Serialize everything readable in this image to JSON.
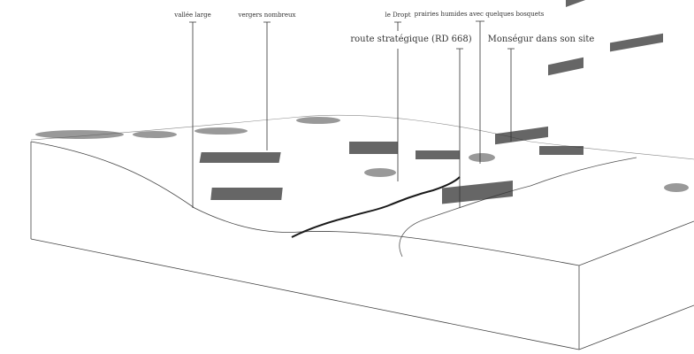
{
  "labels": {
    "vallee": "vallée large",
    "vergers": "vergers nombreux",
    "dropt": "le Dropt",
    "route": "route stratégique (RD 668)",
    "prairies": "prairies humides avec quelques bosquets",
    "monsegur": "Monségur dans son site"
  },
  "colors": {
    "ink": "#222222",
    "river": "#1a1a1a"
  }
}
